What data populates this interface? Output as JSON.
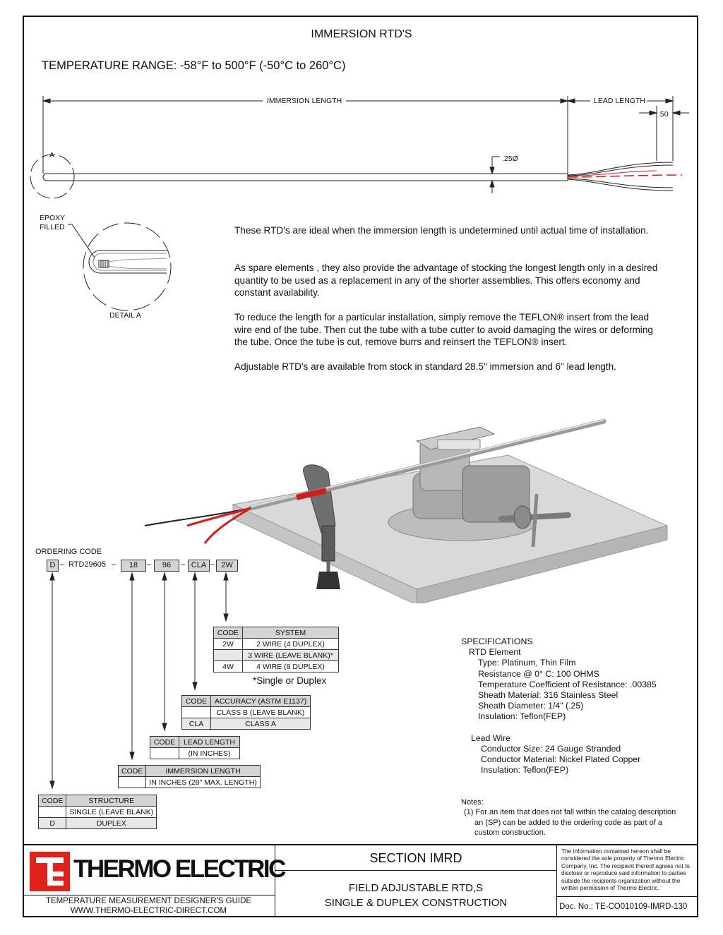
{
  "header": {
    "title": "IMMERSION RTD'S",
    "temp_range": "TEMPERATURE RANGE: -58°F to 500°F (-50°C to 260°C)"
  },
  "drawing": {
    "immersion_length": "IMMERSION LENGTH",
    "lead_length": "LEAD LENGTH",
    "dim_050": ".50",
    "dim_diameter": ".25Ø",
    "detail_ref": "A",
    "epoxy_label_1": "EPOXY",
    "epoxy_label_2": "FILLED",
    "detail_label": "DETAIL A"
  },
  "paragraphs": [
    "These RTD's are ideal when the immersion length is undetermined until actual time of installation.",
    "As spare elements , they also provide the advantage of stocking the longest length only in a desired quantity to be used as a replacement in any of the shorter assemblies.  This offers economy and constant availability.",
    "To reduce the length for a particular installation, simply remove the TEFLON® insert from the lead wire end of the tube.  Then cut the tube with a tube cutter to avoid damaging the wires or deforming the tube.  Once the tube is cut, remove burrs and reinsert the TEFLON® insert.",
    "Adjustable RTD's are available from stock in standard 28.5\" immersion and 6\" lead length."
  ],
  "ordering": {
    "title": "ORDERING CODE",
    "d": "D",
    "dash": "–",
    "base": "RTD29605",
    "immersion": "18",
    "lead": "96",
    "accuracy": "CLA",
    "system": "2W"
  },
  "tables": {
    "system": {
      "headers": [
        "CODE",
        "SYSTEM"
      ],
      "rows": [
        [
          "2W",
          "2 WIRE (4 DUPLEX)"
        ],
        [
          "",
          "3 WIRE (LEAVE BLANK)*"
        ],
        [
          "4W",
          "4 WIRE (8 DUPLEX)"
        ]
      ],
      "footnote": "*Single or Duplex"
    },
    "accuracy": {
      "headers": [
        "CODE",
        "ACCURACY (ASTM E1137)"
      ],
      "rows": [
        [
          "",
          "CLASS B (LEAVE BLANK)"
        ],
        [
          "CLA",
          "CLASS A"
        ]
      ]
    },
    "lead": {
      "headers": [
        "CODE",
        "LEAD LENGTH"
      ],
      "rows": [
        [
          "",
          "(IN INCHES)"
        ]
      ]
    },
    "immersion": {
      "headers": [
        "CODE",
        "IMMERSION LENGTH"
      ],
      "rows": [
        [
          "",
          "IN INCHES (28\" MAX. LENGTH)"
        ]
      ]
    },
    "structure": {
      "headers": [
        "CODE",
        "STRUCTURE"
      ],
      "rows": [
        [
          "",
          "SINGLE (LEAVE BLANK)"
        ],
        [
          "D",
          "DUPLEX"
        ]
      ]
    }
  },
  "specs": {
    "title": "SPECIFICATIONS",
    "element_title": "RTD Element",
    "element": [
      "Type: Platinum, Thin Film",
      "Resistance @ 0° C: 100 OHMS",
      "Temperature Coefficient of Resistance: .00385",
      "Sheath Material: 316 Stainless Steel",
      "Sheath Diameter: 1/4\" (.25)",
      "Insulation: Teflon(FEP)"
    ],
    "lead_title": "Lead Wire",
    "lead": [
      "Conductor Size: 24 Gauge Stranded",
      "Conductor Material: Nickel Plated Copper",
      "Insulation: Teflon(FEP)"
    ]
  },
  "notes": {
    "title": "Notes:",
    "lines": [
      "(1) For an item that does not fall within the catalog description",
      "an (SP) can be added to the ordering code as part of a",
      "custom construction."
    ]
  },
  "title_block": {
    "logo_text": "THERMO ELECTRIC",
    "guide": "TEMPERATURE MEASUREMENT DESIGNER'S GUIDE",
    "website": "WWW.THERMO-ELECTRIC-DIRECT.COM",
    "section": "SECTION IMRD",
    "subtitle_1": "FIELD ADJUSTABLE RTD,S",
    "subtitle_2": "SINGLE & DUPLEX CONSTRUCTION",
    "legal": [
      "The information contained hereon shall be",
      "considered the sole property of Thermo Electric",
      "Company, Inc. The recipient thereof agrees not to",
      "disclose or reproduce said information to parties",
      "outside the recipients organization without the",
      "written permission of Thermo Electric."
    ],
    "doc_no": "Doc. No.: TE-CO010109-IMRD-130"
  },
  "colors": {
    "logo_red": "#e3211c",
    "wire_red": "#d11f1f",
    "table_header": "#d4d4d4"
  }
}
